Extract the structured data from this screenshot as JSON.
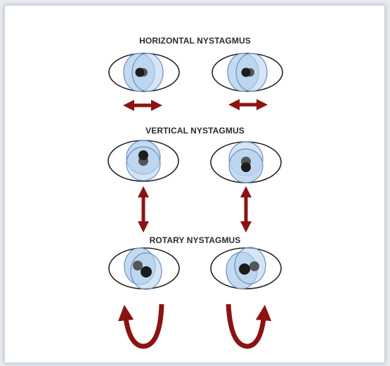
{
  "sections": [
    {
      "title": "HORIZONTAL NYSTAGMUS",
      "motion": "horizontal",
      "arrow_icon": "double-arrow-horizontal-icon"
    },
    {
      "title": "VERTICAL NYSTAGMUS",
      "motion": "vertical",
      "arrow_icon": "double-arrow-vertical-icon"
    },
    {
      "title": "ROTARY NYSTAGMUS",
      "motion": "rotary",
      "arrow_icon": "curved-arrow-icon"
    }
  ],
  "colors": {
    "eye_outline": "#222222",
    "iris_fill": "#b9d4ee",
    "iris_stroke": "#6d8fbf",
    "pupil": "#1c1c1c",
    "pupil_ghost": "#555555",
    "arrow": "#8b1313",
    "background": "#ffffff"
  }
}
